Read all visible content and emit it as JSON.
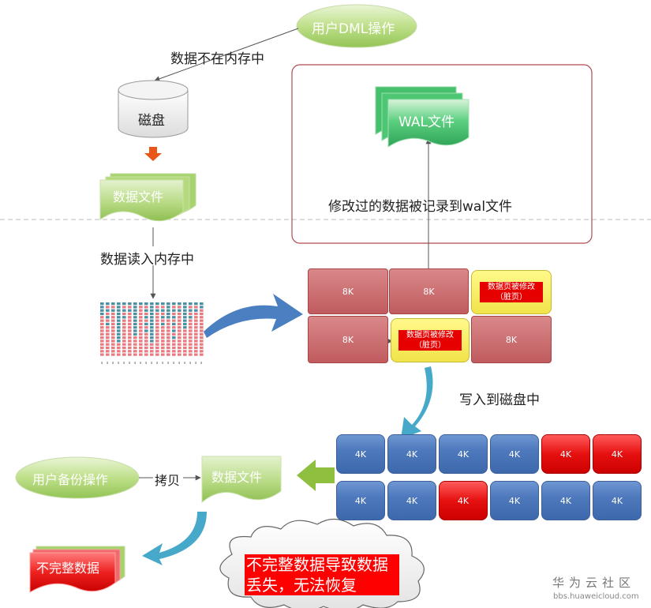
{
  "nodes": {
    "user_dml": "用户DML操作",
    "disk": "磁盘",
    "data_file_top": "数据文件",
    "wal_file": "WAL文件",
    "user_backup": "用户备份操作",
    "data_file_bottom": "数据文件",
    "incomplete_data": "不完整数据",
    "data_loss_note": "不完整数据导致数据丢失，无法恢复"
  },
  "labels": {
    "not_in_memory": "数据不在内存中",
    "read_to_memory": "数据读入内存中",
    "wal_record": "修改过的数据被记录到wal文件",
    "write_to_disk": "写入到磁盘中",
    "copy": "拷贝"
  },
  "memory_pages": [
    {
      "label": "8K",
      "dirty": false
    },
    {
      "label": "8K",
      "dirty": false
    },
    {
      "label": "数据页被修改（脏页）",
      "dirty": true
    },
    {
      "label": "8K",
      "dirty": false
    },
    {
      "label": "数据页被修改（脏页）",
      "dirty": true
    },
    {
      "label": "8K",
      "dirty": false
    }
  ],
  "disk_blocks": [
    {
      "label": "4K",
      "state": "ok"
    },
    {
      "label": "4K",
      "state": "ok"
    },
    {
      "label": "4K",
      "state": "ok"
    },
    {
      "label": "4K",
      "state": "ok"
    },
    {
      "label": "4K",
      "state": "bad"
    },
    {
      "label": "4K",
      "state": "bad"
    },
    {
      "label": "4K",
      "state": "ok"
    },
    {
      "label": "4K",
      "state": "ok"
    },
    {
      "label": "4K",
      "state": "bad"
    },
    {
      "label": "4K",
      "state": "ok"
    },
    {
      "label": "4K",
      "state": "ok"
    },
    {
      "label": "4K",
      "state": "ok"
    }
  ],
  "watermark": {
    "cn": "华为云社区",
    "en": "bbs.huaweicloud.com"
  },
  "colors": {
    "green_node": "#a8d16a",
    "wal_green": "#3fbf66",
    "disk_blue": "#4f79bd",
    "bad_red": "#e61010",
    "page_red": "#c96366",
    "dirty_yellow": "#fff570",
    "arrow_blue": "#4a7fc1",
    "arrow_teal": "#47a9c9",
    "arrow_green": "#8fbf3f",
    "arrow_orange": "#e8561a",
    "frame_red": "#b24a4a"
  }
}
